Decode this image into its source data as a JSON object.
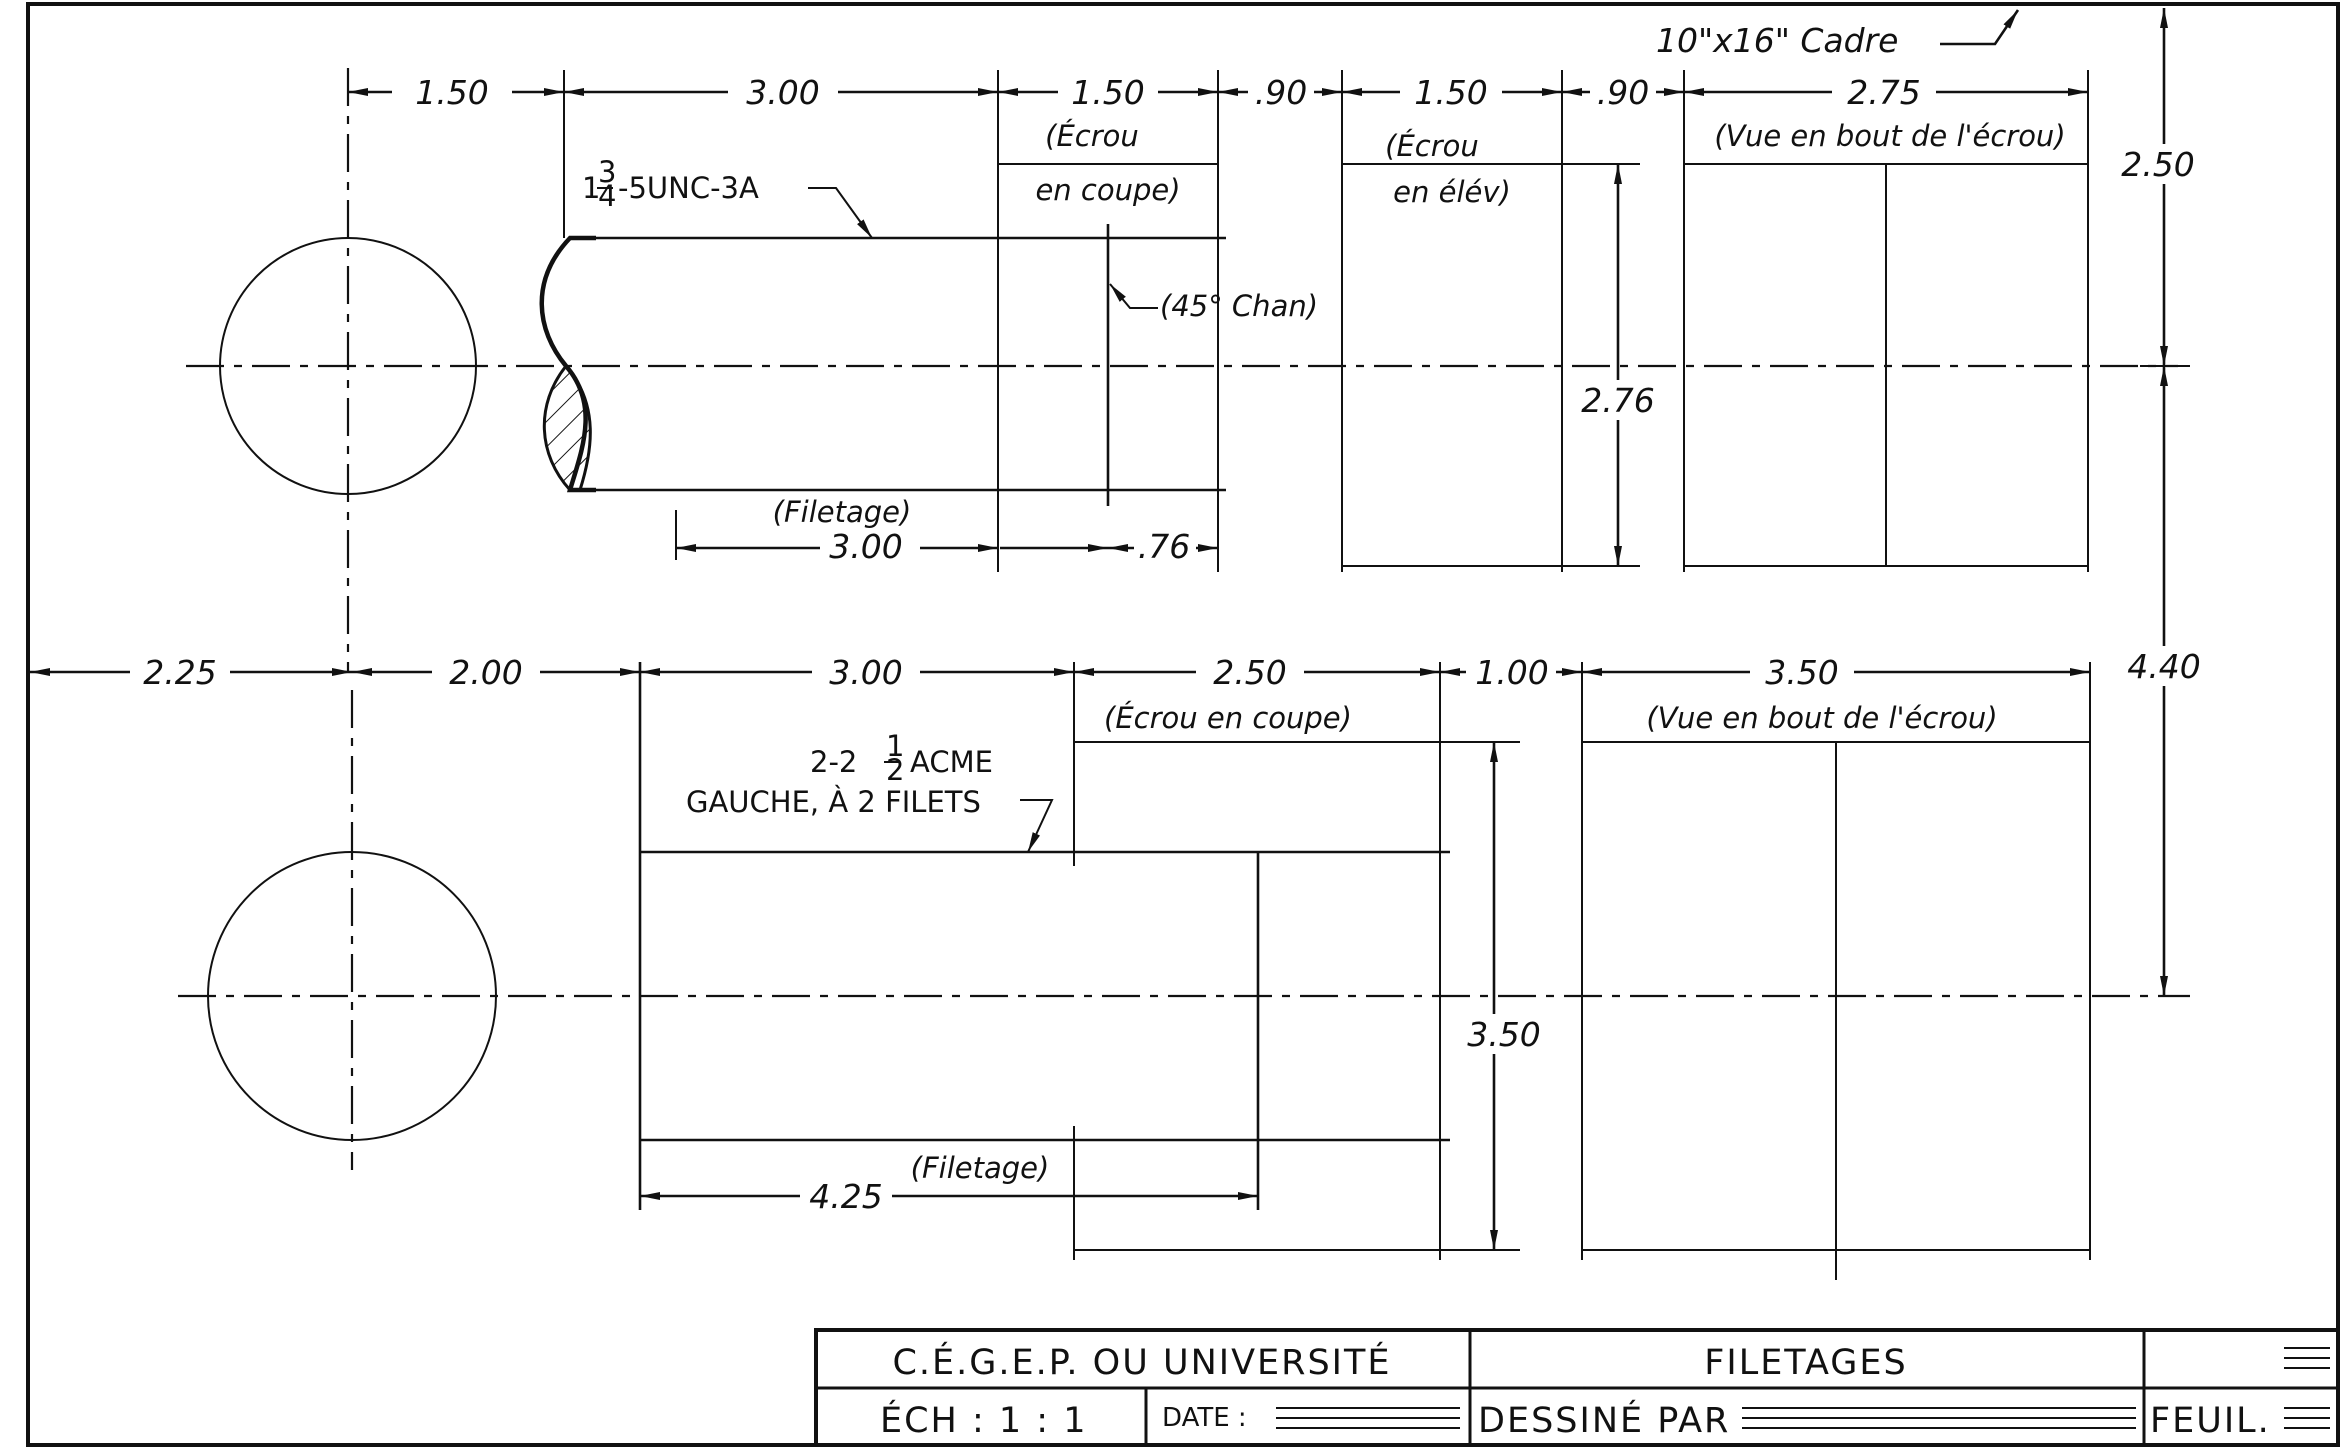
{
  "sheet": {
    "frame_label": "10\"x16\"  Cadre"
  },
  "dims": {
    "d150a": "1.50",
    "d300a": "3.00",
    "d150b": "1.50",
    "d090a": ".90",
    "d150c": "1.50",
    "d090b": ".90",
    "d275": "2.75",
    "d250v": "2.50",
    "d276": "2.76",
    "d300f": "3.00",
    "d076": ".76",
    "d225": "2.25",
    "d200": "2.00",
    "d300c": "3.00",
    "d250b": "2.50",
    "d100": "1.00",
    "d350h": "3.50",
    "d440": "4.40",
    "d350v": "3.50",
    "d425": "4.25"
  },
  "notes": {
    "ecrou_coupe_1": "(Écrou",
    "ecrou_coupe_2": "en coupe)",
    "ecrou_elev_1": "(Écrou",
    "ecrou_elev_2": "en élév)",
    "vue_bout_1": "(Vue en bout de l'écrou)",
    "chamfer": "(45° Chan)",
    "filetage_1": "(Filetage)",
    "ecrou_coupe_b": "(Écrou en coupe)",
    "vue_bout_2": "(Vue en bout de l'écrou)",
    "filetage_2": "(Filetage)"
  },
  "threads": {
    "unc_whole": "1",
    "unc_num": "3",
    "unc_den": "4",
    "unc_rest": "-5UNC-3A",
    "acme_prefix": "2-2",
    "acme_num": "1",
    "acme_den": "2",
    "acme_rest": "ACME",
    "acme_line2": "GAUCHE, À 2 FILETS"
  },
  "title_block": {
    "school": "C.É.G.E.P. OU UNIVERSITÉ",
    "title": "FILETAGES",
    "scale": "ÉCH : 1 : 1",
    "date": "DATE :",
    "drawn_by": "DESSINÉ PAR",
    "sheet": "FEUIL."
  }
}
